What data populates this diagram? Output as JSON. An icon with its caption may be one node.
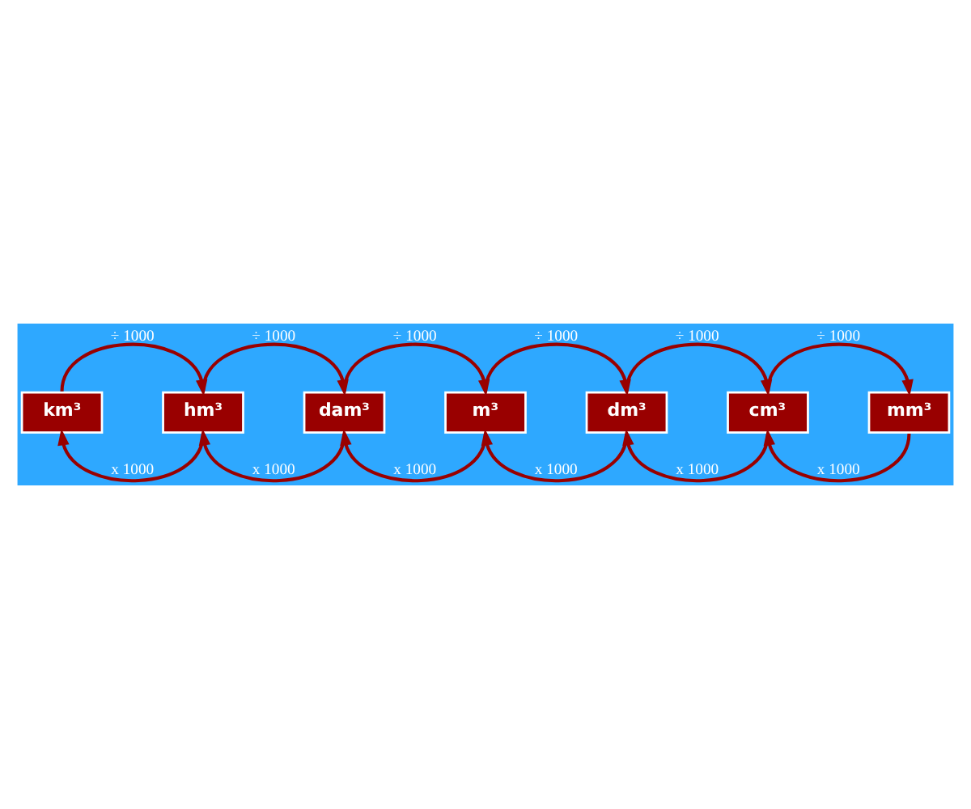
{
  "diagram": {
    "nodes": [
      {
        "text": [
          "km³"
        ]
      },
      {
        "text": [
          "hm³"
        ]
      },
      {
        "text": [
          "dam³"
        ]
      },
      {
        "text": [
          "m³"
        ]
      },
      {
        "text": [
          "dm³"
        ]
      },
      {
        "text": [
          "cm³"
        ]
      },
      {
        "text": [
          "mm³"
        ]
      }
    ],
    "edges": [
      {
        "from": 0,
        "to": 1,
        "arrow": "to",
        "label": "÷ 1000"
      },
      {
        "from": 1,
        "to": 2,
        "arrow": "to",
        "label": "÷ 1000"
      },
      {
        "from": 2,
        "to": 3,
        "arrow": "to",
        "label": "÷ 1000"
      },
      {
        "from": 3,
        "to": 4,
        "arrow": "to",
        "label": "÷ 1000"
      },
      {
        "from": 4,
        "to": 5,
        "arrow": "to",
        "label": "÷ 1000"
      },
      {
        "from": 5,
        "to": 6,
        "arrow": "to",
        "label": "÷ 1000"
      },
      {
        "from": 1,
        "to": 0,
        "arrow": "to",
        "label": "x 1000"
      },
      {
        "from": 2,
        "to": 1,
        "arrow": "to",
        "label": "x 1000"
      },
      {
        "from": 3,
        "to": 2,
        "arrow": "to",
        "label": "x 1000"
      },
      {
        "from": 4,
        "to": 3,
        "arrow": "to",
        "label": "x 1000"
      },
      {
        "from": 5,
        "to": 4,
        "arrow": "to",
        "label": "x 1000"
      },
      {
        "from": 6,
        "to": 5,
        "arrow": "to",
        "label": "x 1000"
      }
    ]
  }
}
